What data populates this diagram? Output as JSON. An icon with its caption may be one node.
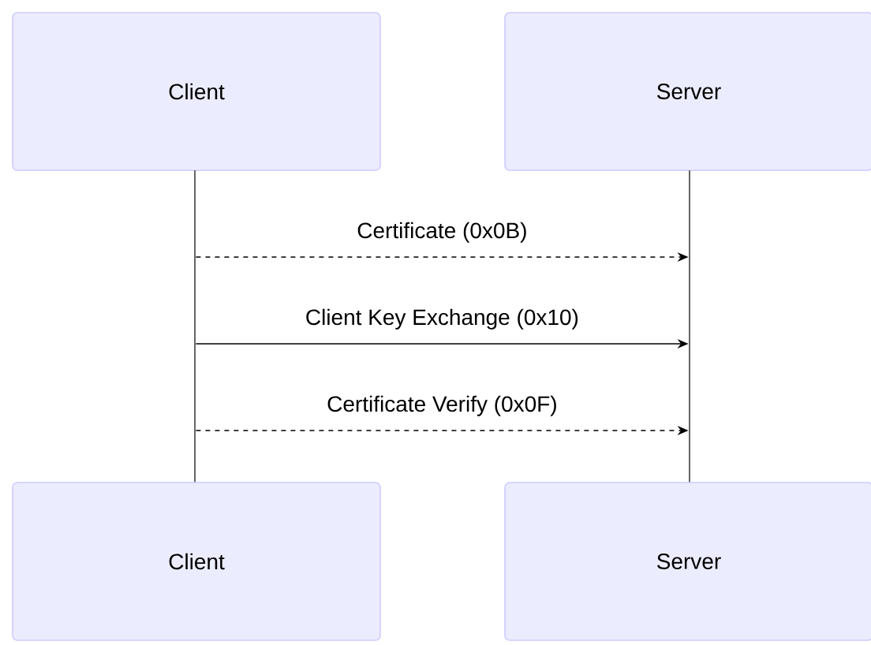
{
  "diagram": {
    "nodes": [
      {
        "text": [
          "Client"
        ]
      },
      {
        "text": [
          "Server"
        ]
      },
      {
        "text": [],
        "shape": "bar"
      },
      {
        "text": [],
        "shape": "bar"
      },
      {
        "text": [
          "Client"
        ]
      },
      {
        "text": [
          "Server"
        ]
      }
    ],
    "edges": [
      {
        "from": 2,
        "to": 3,
        "arrow": "to",
        "label": "Certificate (0x0B)",
        "style": "dashed"
      },
      {
        "from": 2,
        "to": 3,
        "arrow": "to",
        "label": "Client Key Exchange (0x10)"
      },
      {
        "from": 2,
        "to": 3,
        "arrow": "to",
        "label": "Certificate Verify (0x0F)",
        "style": "dashed"
      }
    ]
  }
}
